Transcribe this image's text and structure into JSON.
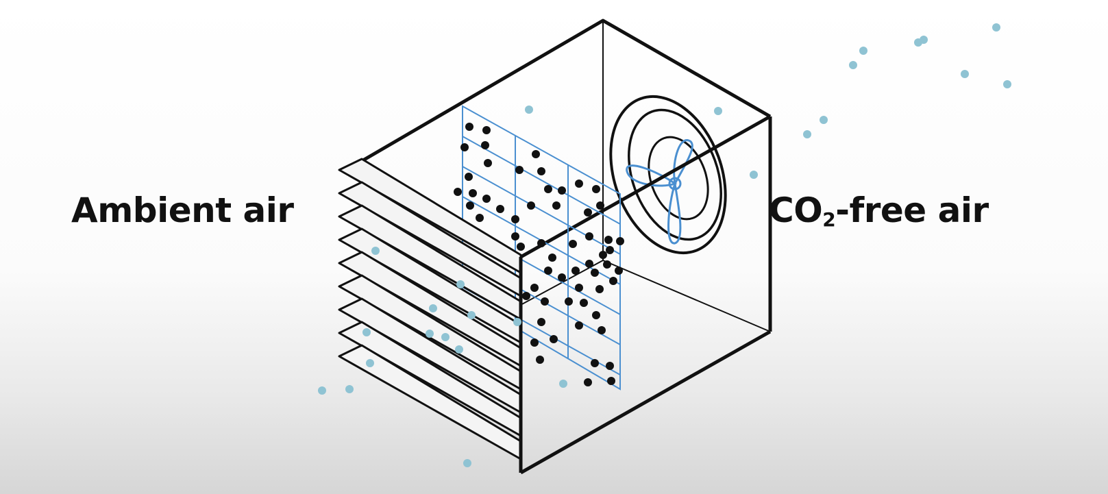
{
  "labels": {
    "ambient": "Ambient air",
    "co2_main": "CO",
    "co2_sub": "2",
    "co2_rest": "-free air"
  },
  "colors": {
    "outline": "#111111",
    "filter_grid": "#4a8fd0",
    "fan_blades": "#4a8fd0",
    "co2_particle": "#111111",
    "air_particle": "#8fc3d3"
  },
  "icons": {
    "fan": "fan-icon",
    "filter": "filter-grid-icon",
    "louvers": "intake-louvers-icon"
  }
}
